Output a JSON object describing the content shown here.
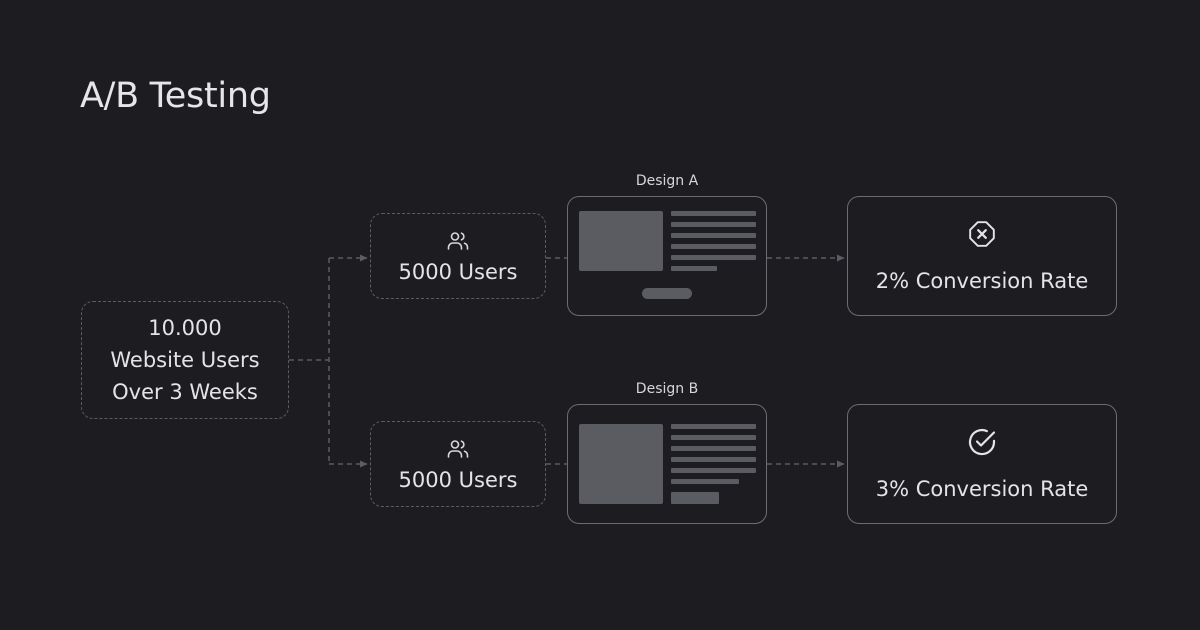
{
  "title": "A/B Testing",
  "source": {
    "lines": [
      "10.000",
      "Website Users",
      "Over 3 Weeks"
    ]
  },
  "groups": [
    {
      "label": "5000 Users",
      "icon": "users-icon"
    },
    {
      "label": "5000 Users",
      "icon": "users-icon"
    }
  ],
  "designs": [
    {
      "label": "Design A"
    },
    {
      "label": "Design B"
    }
  ],
  "results": [
    {
      "label": "2% Conversion Rate",
      "icon": "x-octagon-icon"
    },
    {
      "label": "3% Conversion Rate",
      "icon": "check-circle-icon"
    }
  ],
  "colors": {
    "background": "#1d1d21",
    "border": "#6b6d73",
    "dashed_border": "#5b5d63",
    "placeholder": "#5a5c62",
    "text": "#e3e4e8"
  }
}
